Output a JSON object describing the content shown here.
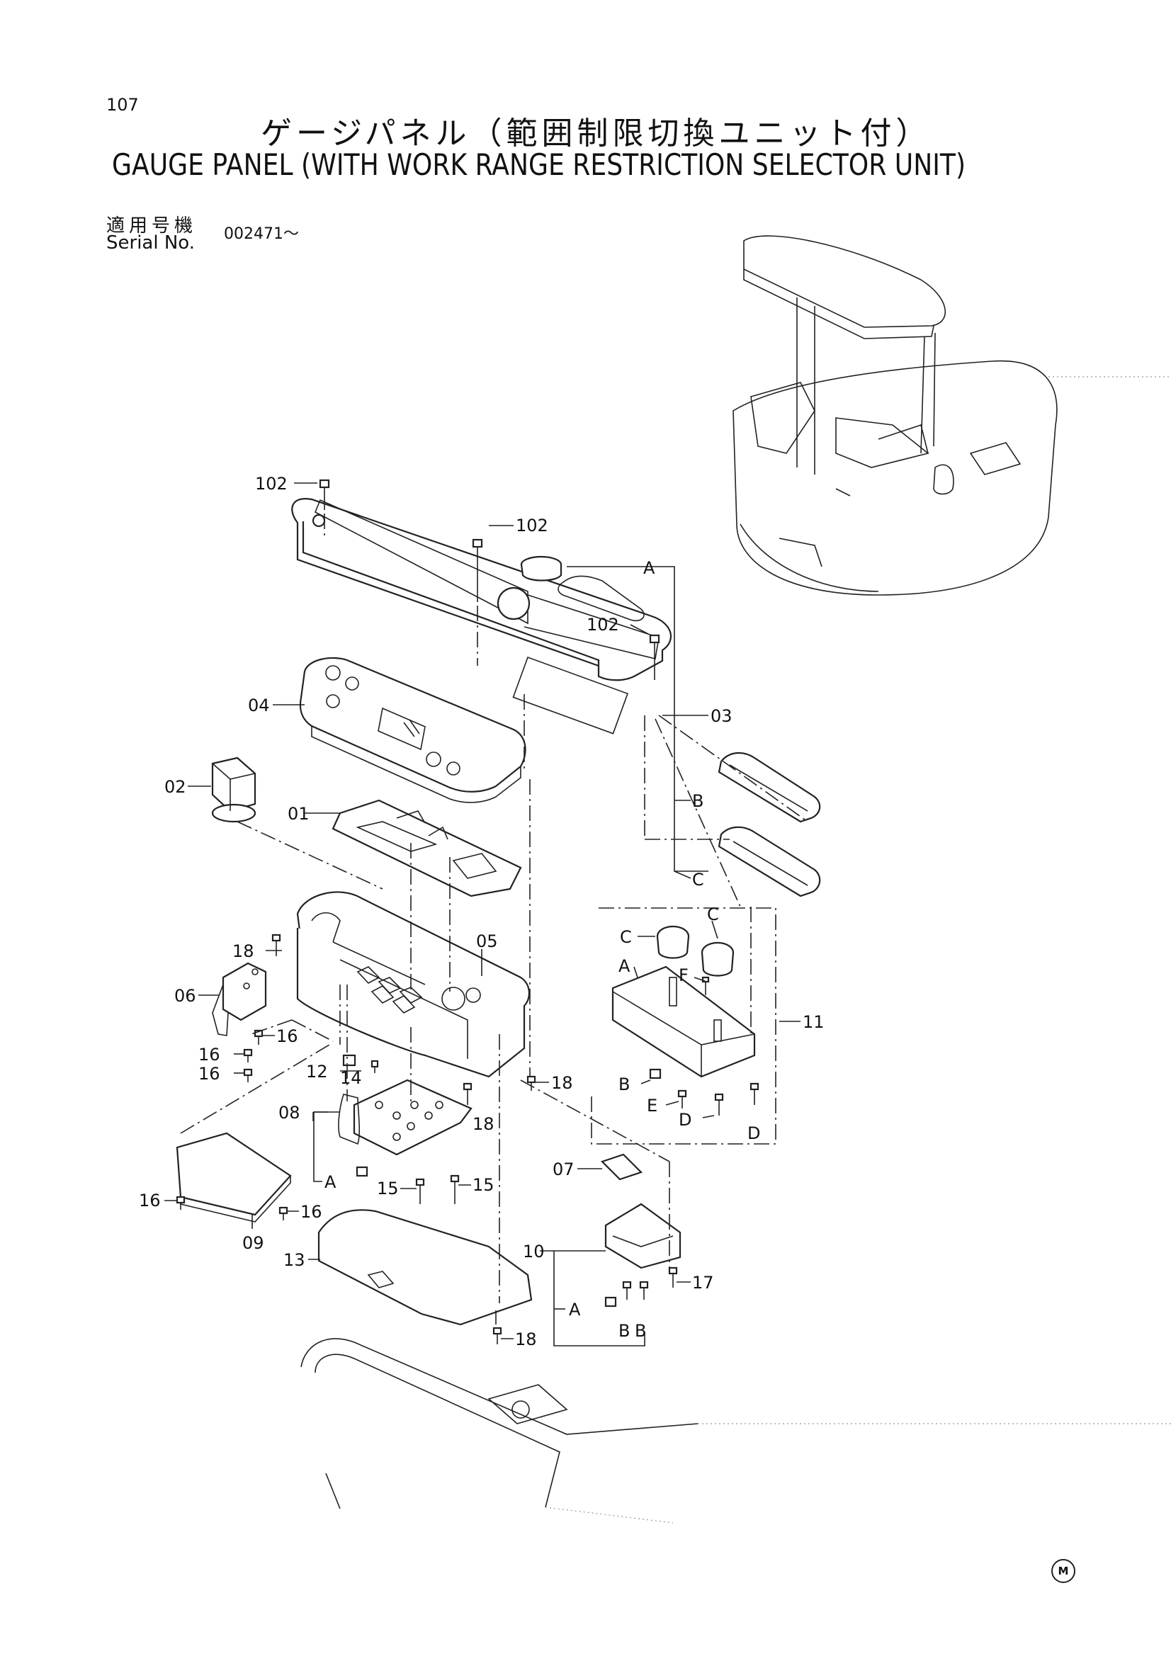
{
  "page": {
    "number": "107",
    "title_jp": "ゲージパネル（範囲制限切換ユニット付）",
    "title_en": "GAUGE PANEL (WITH WORK RANGE RESTRICTION SELECTOR UNIT)",
    "serial_label_jp": "適用号機",
    "serial_label_en": "Serial No.",
    "serial_range": "002471～",
    "corner_mark": "M"
  },
  "callouts": {
    "c102a": "102",
    "c102b": "102",
    "c102c": "102",
    "c04": "04",
    "c03": "03",
    "c02": "02",
    "c01": "01",
    "c05": "05",
    "c06": "06",
    "c11": "11",
    "c18a": "18",
    "c18b": "18",
    "c18c": "18",
    "c18d": "18",
    "c16a": "16",
    "c16b": "16",
    "c16c": "16",
    "c16d": "16",
    "c16e": "16",
    "c12": "12",
    "c14": "14",
    "c08": "08",
    "c15a": "15",
    "c15b": "15",
    "c09": "09",
    "c13": "13",
    "c07": "07",
    "c10": "10",
    "c17": "17",
    "letter_A_top": "A",
    "letter_B_top": "B",
    "letter_C_top": "C",
    "letter_C_knob1": "C",
    "letter_C_knob2": "C",
    "letter_A_box": "A",
    "letter_F": "F",
    "letter_B_box": "B",
    "letter_E": "E",
    "letter_D1": "D",
    "letter_D2": "D",
    "letter_A_08": "A",
    "letter_A_10": "A",
    "letter_B_10a": "B",
    "letter_B_10b": "B"
  }
}
